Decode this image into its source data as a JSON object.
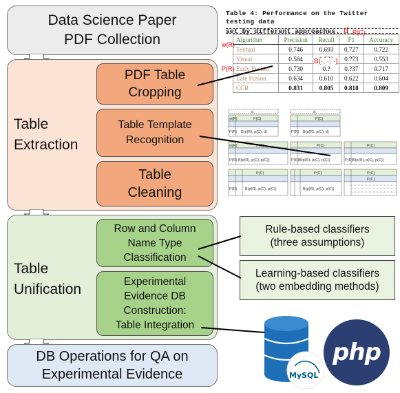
{
  "pipeline": {
    "collection": "Data Science Paper\nPDF Collection",
    "extraction": {
      "label": "Table\nExtraction",
      "steps": [
        "PDF Table\nCropping",
        "Table Template\nRecognition",
        "Table\nCleaning"
      ]
    },
    "unification": {
      "label": "Table\nUnification",
      "steps": [
        "Row and Column\nName Type\nClassification",
        "Experimental\nEvidence DB\nConstruction:\nTable Integration"
      ]
    },
    "qa": "DB Operations for QA on\nExperimental Evidence"
  },
  "classifiers": {
    "rule": "Rule-based classifiers\n(three assumptions)",
    "learning": "Learning-based classifiers\n(two embedding methods)"
  },
  "example_table": {
    "caption_line1": "Table 4:  Performance on the Twitter testing data",
    "caption_line2": "set by different approaches.",
    "caption_mark": "d",
    "header": [
      "Algorithm",
      "Precision",
      "Recall",
      "F1",
      "Accuracy"
    ],
    "rows": [
      [
        "Textual",
        "0.746",
        "0.693",
        "0.727",
        "0.722"
      ],
      [
        "Visual",
        "0.584",
        "0.5?2",
        "0.?73",
        "0.553"
      ],
      [
        "Early Fusion",
        "0.730",
        "0.?",
        "0.?37",
        "0.717"
      ],
      [
        "Late Fusion",
        "0.634",
        "0.610",
        "0.622",
        "0.604"
      ],
      [
        "CCR",
        "0.831",
        "0.805",
        "0.818",
        "0.809"
      ]
    ],
    "annotations": {
      "w_label": "w(R)",
      "p_col_label": "P(C)",
      "p_row_label": "P(R)",
      "b_label": "B(·, ·, ·)"
    }
  },
  "templates": {
    "d": "d",
    "wR": "w(R)",
    "pC": "P(C)",
    "pR": "P(R)",
    "b_full": "B(p(R), p(C), d)",
    "b_short": "B(p(R), p(C), p(C))",
    "b_mid": "B(p(R), p(C), p(C))"
  },
  "logos": {
    "mysql": "MySQL",
    "php": "php"
  },
  "colors": {
    "collection_fill": "#ececec",
    "extraction_fill": "#fbe3d6",
    "extraction_step": "#f3a77c",
    "unification_fill": "#e3efd9",
    "unification_step": "#a6d28a",
    "qa_fill": "#dfe9f5",
    "db_blue": "#1d6fb8",
    "php_navy": "#2c3f73"
  }
}
